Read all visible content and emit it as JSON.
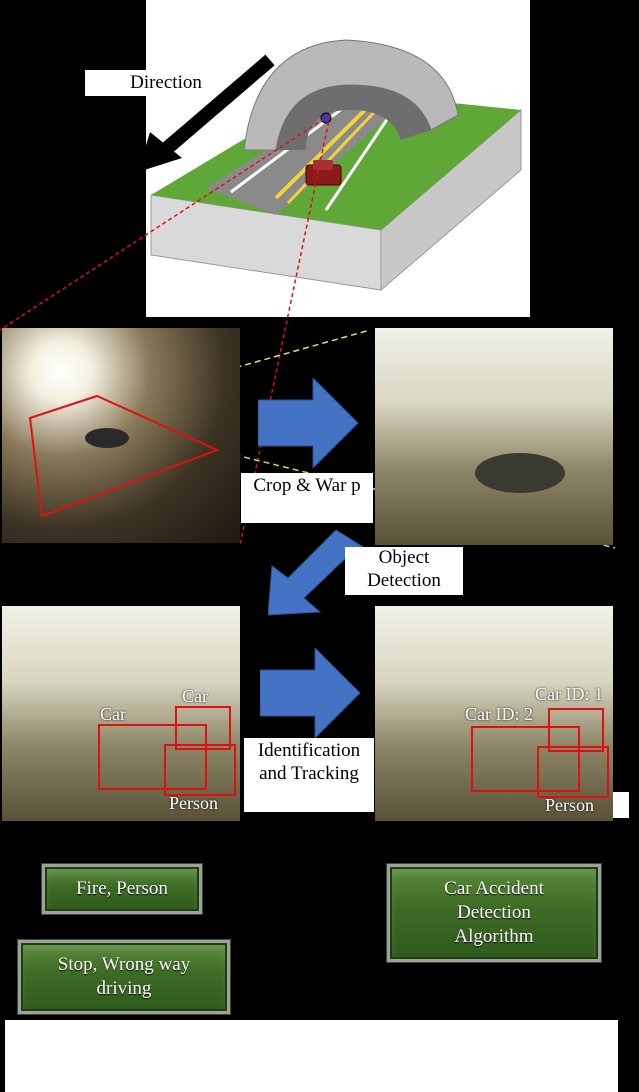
{
  "top": {
    "direction_label": "Direction"
  },
  "steps": {
    "crop_warp": "Crop & War p",
    "object_detection": "Object Detection",
    "identification_tracking": "Identification and Tracking"
  },
  "detections_left": {
    "car_a": "Car",
    "car_b": "Car",
    "person": "Person"
  },
  "detections_right": {
    "car_1": "Car ID: 1",
    "car_2": "Car ID: 2",
    "person": "Person"
  },
  "outputs": {
    "fire_person": "Fire, Person",
    "stop_wrong_way": "Stop, Wrong way driving",
    "car_accident": "Car Accident Detection Algorithm"
  },
  "colors": {
    "arrow_blue": "#4472c4",
    "box_green": "#3d6b25",
    "detection_red": "#e01010"
  }
}
